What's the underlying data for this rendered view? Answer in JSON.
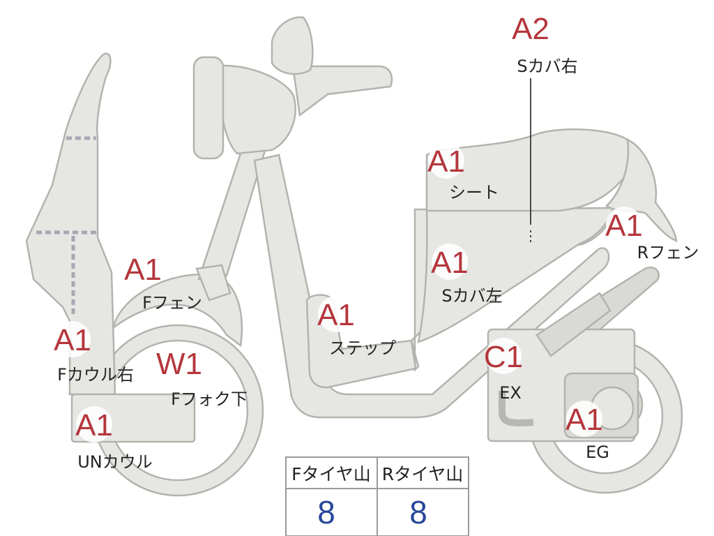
{
  "grades": [
    {
      "id": "a2-scover-right",
      "grade": "A2",
      "label": "Sカバ右"
    },
    {
      "id": "a1-seat",
      "grade": "A1",
      "label": "シート"
    },
    {
      "id": "a1-rear-fender",
      "grade": "A1",
      "label": "Rフェン"
    },
    {
      "id": "a1-front-fender",
      "grade": "A1",
      "label": "Fフェン"
    },
    {
      "id": "a1-scover-left",
      "grade": "A1",
      "label": "Sカバ左"
    },
    {
      "id": "a1-step",
      "grade": "A1",
      "label": "ステップ"
    },
    {
      "id": "a1-front-cowl-right",
      "grade": "A1",
      "label": "Fカウル右"
    },
    {
      "id": "w1-front-fork-lower",
      "grade": "W1",
      "label": "Fフォク下"
    },
    {
      "id": "c1-exhaust",
      "grade": "C1",
      "label": "EX"
    },
    {
      "id": "a1-under-cowl",
      "grade": "A1",
      "label": "UNカウル"
    },
    {
      "id": "a1-engine",
      "grade": "A1",
      "label": "EG"
    }
  ],
  "tire_table": {
    "front_header": "Fタイヤ山",
    "rear_header": "Rタイヤ山",
    "front_value": "8",
    "rear_value": "8"
  },
  "colors": {
    "grade_text": "#b4363c",
    "value_text": "#27479a",
    "part_fill": "#e6e6e3"
  }
}
